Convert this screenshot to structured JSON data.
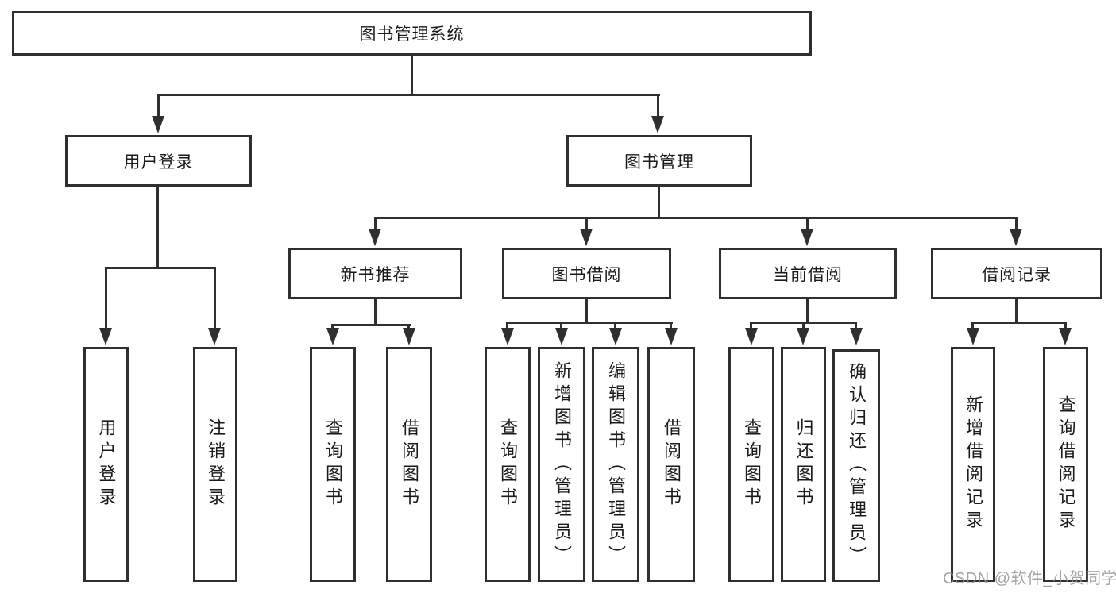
{
  "diagram": {
    "root": {
      "label": "图书管理系统",
      "children": [
        {
          "label": "用户登录",
          "children": [
            {
              "label": "用户登录"
            },
            {
              "label": "注销登录"
            }
          ]
        },
        {
          "label": "图书管理",
          "children": [
            {
              "label": "新书推荐",
              "children": [
                {
                  "label": "查询图书"
                },
                {
                  "label": "借阅图书"
                }
              ]
            },
            {
              "label": "图书借阅",
              "children": [
                {
                  "label": "查询图书"
                },
                {
                  "label": "新增图书（管理员）"
                },
                {
                  "label": "编辑图书（管理员）"
                },
                {
                  "label": "借阅图书"
                }
              ]
            },
            {
              "label": "当前借阅",
              "children": [
                {
                  "label": "查询图书"
                },
                {
                  "label": "归还图书"
                },
                {
                  "label": "确认归还（管理员）"
                }
              ]
            },
            {
              "label": "借阅记录",
              "children": [
                {
                  "label": "新增借阅记录"
                },
                {
                  "label": "查询借阅记录"
                }
              ]
            }
          ]
        }
      ]
    },
    "colors": {
      "border": "#2f2f2f",
      "text": "#1a1a1a",
      "background": "#ffffff",
      "watermark": "#919191"
    }
  },
  "watermark": "CSDN @软件_小贺同学"
}
